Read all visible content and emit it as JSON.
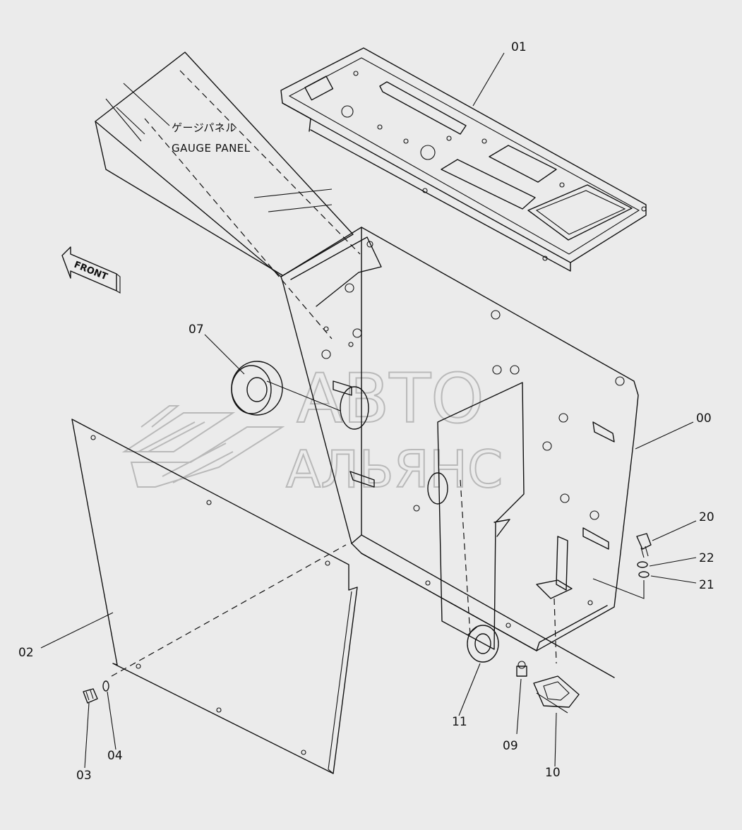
{
  "caption": {
    "japanese": "ゲージパネル",
    "english": "GAUGE PANEL"
  },
  "direction_arrow": "FRONT",
  "watermark": {
    "line1": "АВТО",
    "line2": "АЛЬЯНС"
  },
  "part_labels": {
    "p00": "00",
    "p01": "01",
    "p02": "02",
    "p03": "03",
    "p04": "04",
    "p07": "07",
    "p09": "09",
    "p10": "10",
    "p11": "11",
    "p20": "20",
    "p21": "21",
    "p22": "22"
  },
  "colors": {
    "background": "#ebebeb",
    "line": "#111111",
    "watermark": "#b9b9b9"
  }
}
